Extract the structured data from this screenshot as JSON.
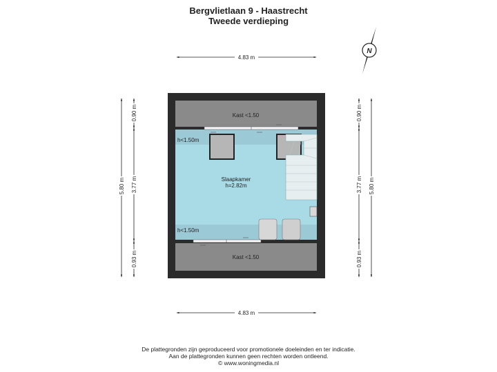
{
  "header": {
    "title": "Bergvlietlaan 9 - Haastrecht",
    "subtitle": "Tweede verdieping"
  },
  "dimensions": {
    "top_width": "4.83 m",
    "bottom_width": "4.83 m",
    "left_total": "5.80 m",
    "left_top": "0.90 m",
    "left_mid": "3.77 m",
    "left_bottom": "0.93 m",
    "right_total": "5.80 m",
    "right_top": "0.90 m",
    "right_mid": "3.77 m",
    "right_bottom": "0.93 m"
  },
  "rooms": {
    "kast_top": "Kast <1.50",
    "kast_bottom": "Kast <1.50",
    "slaapkamer_name": "Slaapkamer",
    "slaapkamer_height": "h=2.82m",
    "low_ceiling_top": "h<1.50m",
    "low_ceiling_bottom": "h<1.50m"
  },
  "compass": {
    "letter": "N"
  },
  "footer": {
    "line1": "De plattegronden zijn geproduceerd voor promotionele doeleinden en ter indicatie.",
    "line2": "Aan de plattegronden kunnen geen rechten worden ontleend.",
    "line3": "© www.woningmedia.nl"
  },
  "colors": {
    "wall": "#2b2b2b",
    "room": "#a8dbe6",
    "low_ceiling": "#9cc9d6",
    "kast": "#8a8a8a"
  }
}
